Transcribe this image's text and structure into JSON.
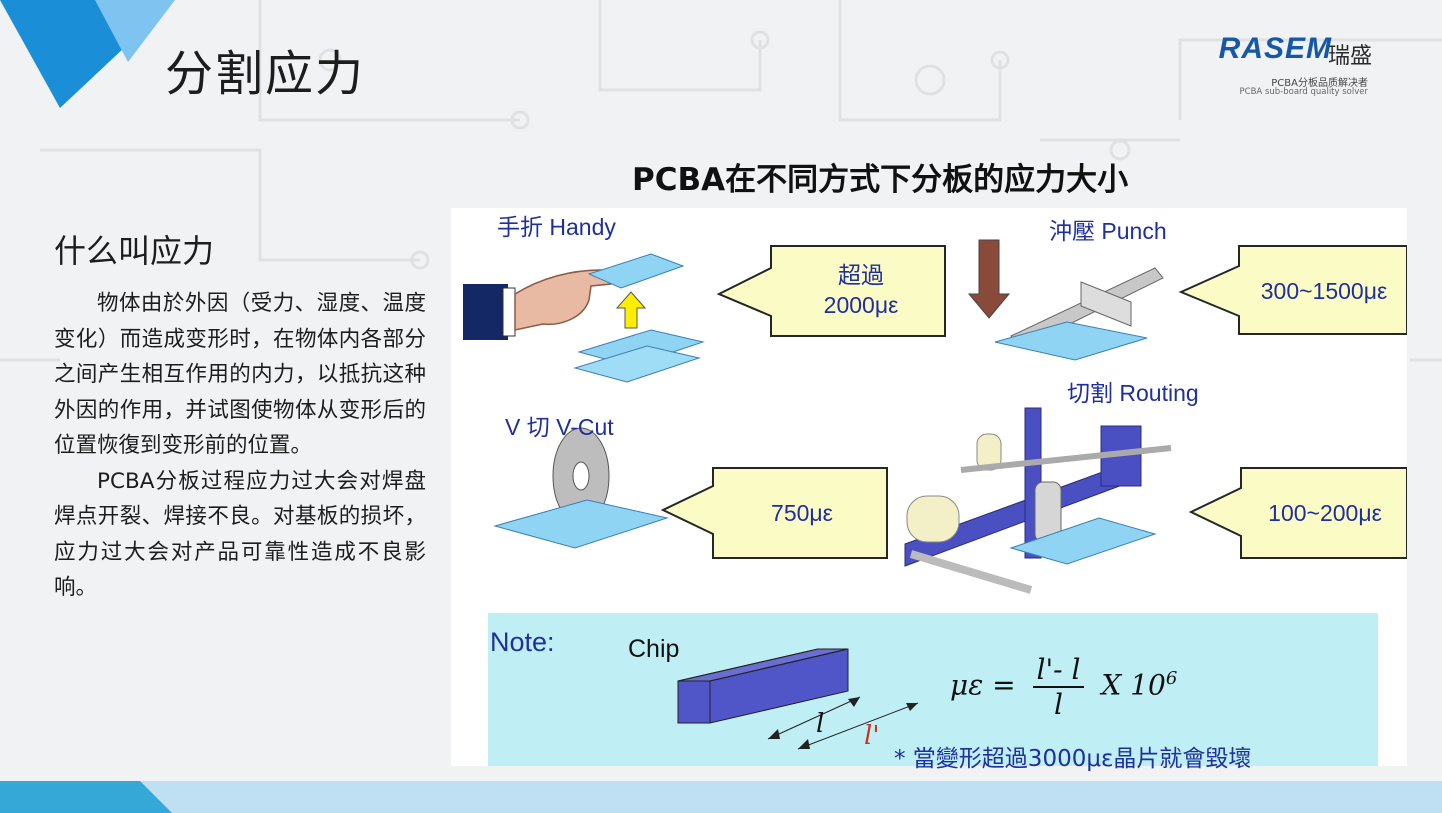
{
  "slide": {
    "title": "分割应力",
    "colors": {
      "accent_blue": "#1a8fd8",
      "light_blue": "#7fc4f0",
      "footer": "#bfe0f2",
      "label_blue": "#1f2f9c",
      "callout_fill": "#fbfbc6",
      "callout_stroke": "#262626"
    }
  },
  "logo": {
    "brand": "RASEM",
    "chinese": "瑞盛",
    "tagline_cn": "PCBA分板品质解决者",
    "tagline_en": "PCBA sub-board quality solver"
  },
  "left": {
    "heading": "什么叫应力",
    "paragraphs": [
      "物体由於外因（受力、湿度、温度变化）而造成变形时，在物体内各部分之间产生相互作用的内力，以抵抗这种外因的作用，并试图使物体从变形后的位置恢復到变形前的位置。",
      "PCBA分板过程应力过大会对焊盘焊点开裂、焊接不良。对基板的损坏，应力过大会对产品可靠性造成不良影响。"
    ]
  },
  "figure": {
    "title": "PCBA在不同方式下分板的应力大小",
    "methods": {
      "handy": {
        "label": "手折 Handy",
        "callout_line1": "超過",
        "callout_line2": "2000με"
      },
      "punch": {
        "label": "沖壓 Punch",
        "callout": "300~1500με"
      },
      "vcut": {
        "label": "V 切 V-Cut",
        "callout": "750με"
      },
      "routing": {
        "label": "切割 Routing",
        "callout": "100~200με"
      }
    },
    "note": {
      "label": "Note:",
      "chip": "Chip",
      "formula_lhs": "με =",
      "formula_num": "l'- l",
      "formula_den": "l",
      "formula_mult": "X 10",
      "formula_exp": "6",
      "dim_l": "l",
      "dim_l_prime": "l'",
      "text": "* 當變形超過3000με晶片就會毀壞"
    }
  }
}
